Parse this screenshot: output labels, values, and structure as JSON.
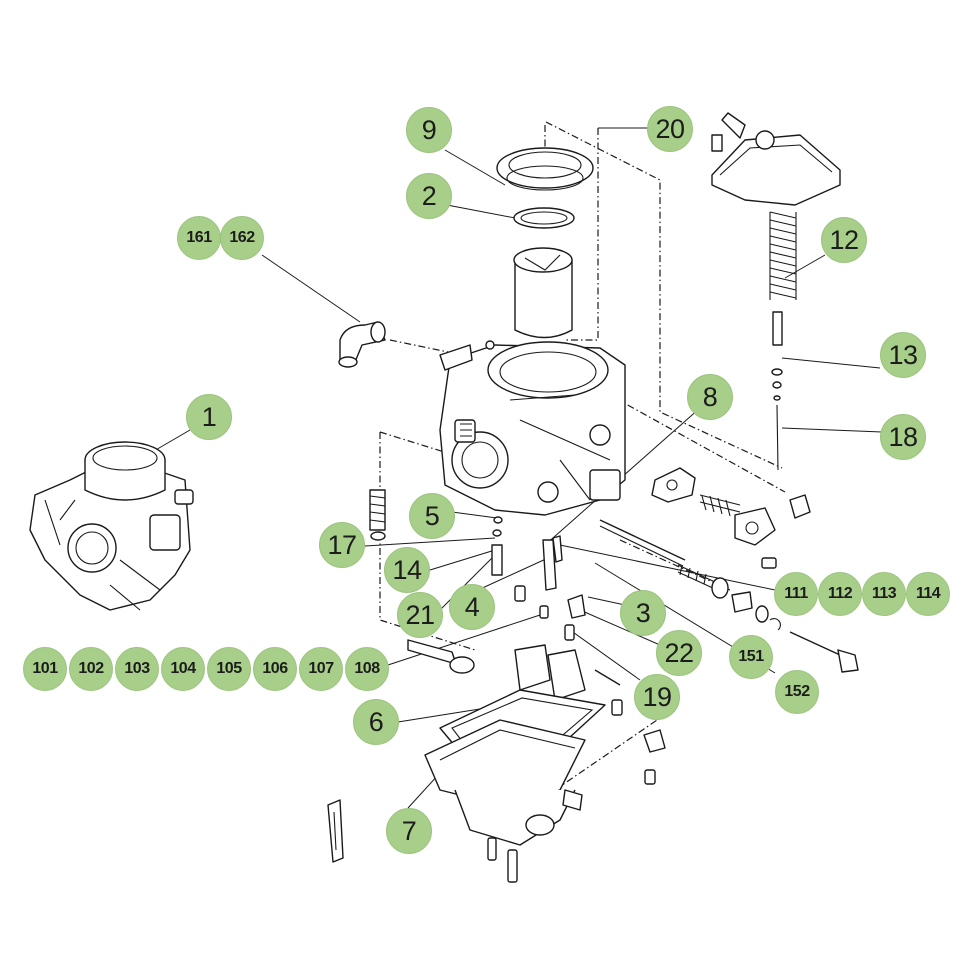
{
  "colors": {
    "callout_fill": "#a8cf8a",
    "callout_border": "#9cc47e",
    "line": "#1a1a1a"
  },
  "callouts": [
    {
      "id": "c9",
      "text": "9"
    },
    {
      "id": "c20",
      "text": "20"
    },
    {
      "id": "c2",
      "text": "2"
    },
    {
      "id": "c12",
      "text": "12"
    },
    {
      "id": "c161",
      "text": "161"
    },
    {
      "id": "c162",
      "text": "162"
    },
    {
      "id": "c13",
      "text": "13"
    },
    {
      "id": "c1",
      "text": "1"
    },
    {
      "id": "c8",
      "text": "8"
    },
    {
      "id": "c18",
      "text": "18"
    },
    {
      "id": "c5",
      "text": "5"
    },
    {
      "id": "c17",
      "text": "17"
    },
    {
      "id": "c14",
      "text": "14"
    },
    {
      "id": "c111",
      "text": "111"
    },
    {
      "id": "c112",
      "text": "112"
    },
    {
      "id": "c113",
      "text": "113"
    },
    {
      "id": "c114",
      "text": "114"
    },
    {
      "id": "c4",
      "text": "4"
    },
    {
      "id": "c21",
      "text": "21"
    },
    {
      "id": "c3",
      "text": "3"
    },
    {
      "id": "c22",
      "text": "22"
    },
    {
      "id": "c151",
      "text": "151"
    },
    {
      "id": "c101",
      "text": "101"
    },
    {
      "id": "c102",
      "text": "102"
    },
    {
      "id": "c103",
      "text": "103"
    },
    {
      "id": "c104",
      "text": "104"
    },
    {
      "id": "c105",
      "text": "105"
    },
    {
      "id": "c106",
      "text": "106"
    },
    {
      "id": "c107",
      "text": "107"
    },
    {
      "id": "c108",
      "text": "108"
    },
    {
      "id": "c152",
      "text": "152"
    },
    {
      "id": "c19",
      "text": "19"
    },
    {
      "id": "c6",
      "text": "6"
    },
    {
      "id": "c7",
      "text": "7"
    }
  ]
}
